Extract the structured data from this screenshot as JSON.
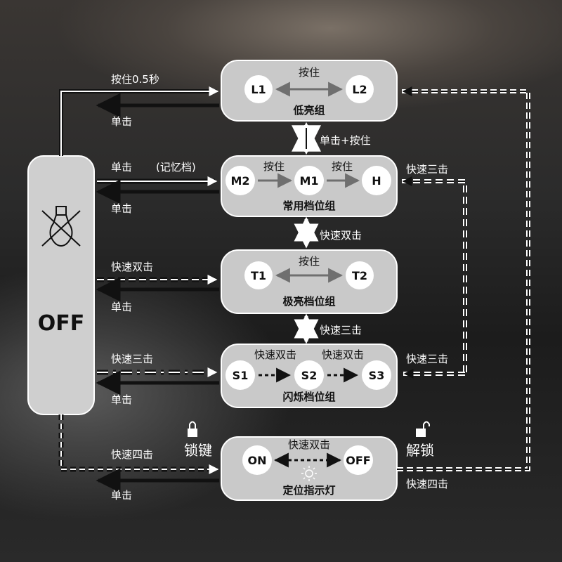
{
  "off_panel": {
    "label": "OFF",
    "icon": "bulb-crossed-icon"
  },
  "groups": {
    "low": {
      "title": "低亮组",
      "nodes": [
        "L1",
        "L2"
      ],
      "inner_label": "按住"
    },
    "common": {
      "title": "常用档位组",
      "nodes": [
        "M2",
        "M1",
        "H"
      ],
      "inner_labels": [
        "按住",
        "按住"
      ]
    },
    "extreme": {
      "title": "极亮档位组",
      "nodes": [
        "T1",
        "T2"
      ],
      "inner_label": "按住"
    },
    "flash": {
      "title": "闪烁档位组",
      "nodes": [
        "S1",
        "S2",
        "S3"
      ],
      "inner_labels": [
        "快速双击",
        "快速双击"
      ]
    },
    "locator": {
      "title": "定位指示灯",
      "nodes": [
        "ON",
        "OFF"
      ],
      "inner_label": "快速双击",
      "icon": "sun-icon"
    }
  },
  "edges": {
    "to_low": "按住0.5秒",
    "from_low": "单击",
    "low_common": "单击+按住",
    "to_common": "单击",
    "to_common_note": "(记忆档)",
    "from_common": "单击",
    "common_extreme": "快速双击",
    "to_extreme": "快速双击",
    "from_extreme": "单击",
    "extreme_flash": "快速三击",
    "to_flash": "快速三击",
    "from_flash": "单击",
    "to_locator": "快速四击",
    "from_locator": "单击",
    "right_to_common": "快速三击",
    "right_to_flash": "快速三击",
    "right_bottom": "快速四击"
  },
  "lock": {
    "lock_label": "锁键",
    "unlock_label": "解锁",
    "lock_icon": "lock-icon",
    "unlock_icon": "unlock-icon"
  }
}
